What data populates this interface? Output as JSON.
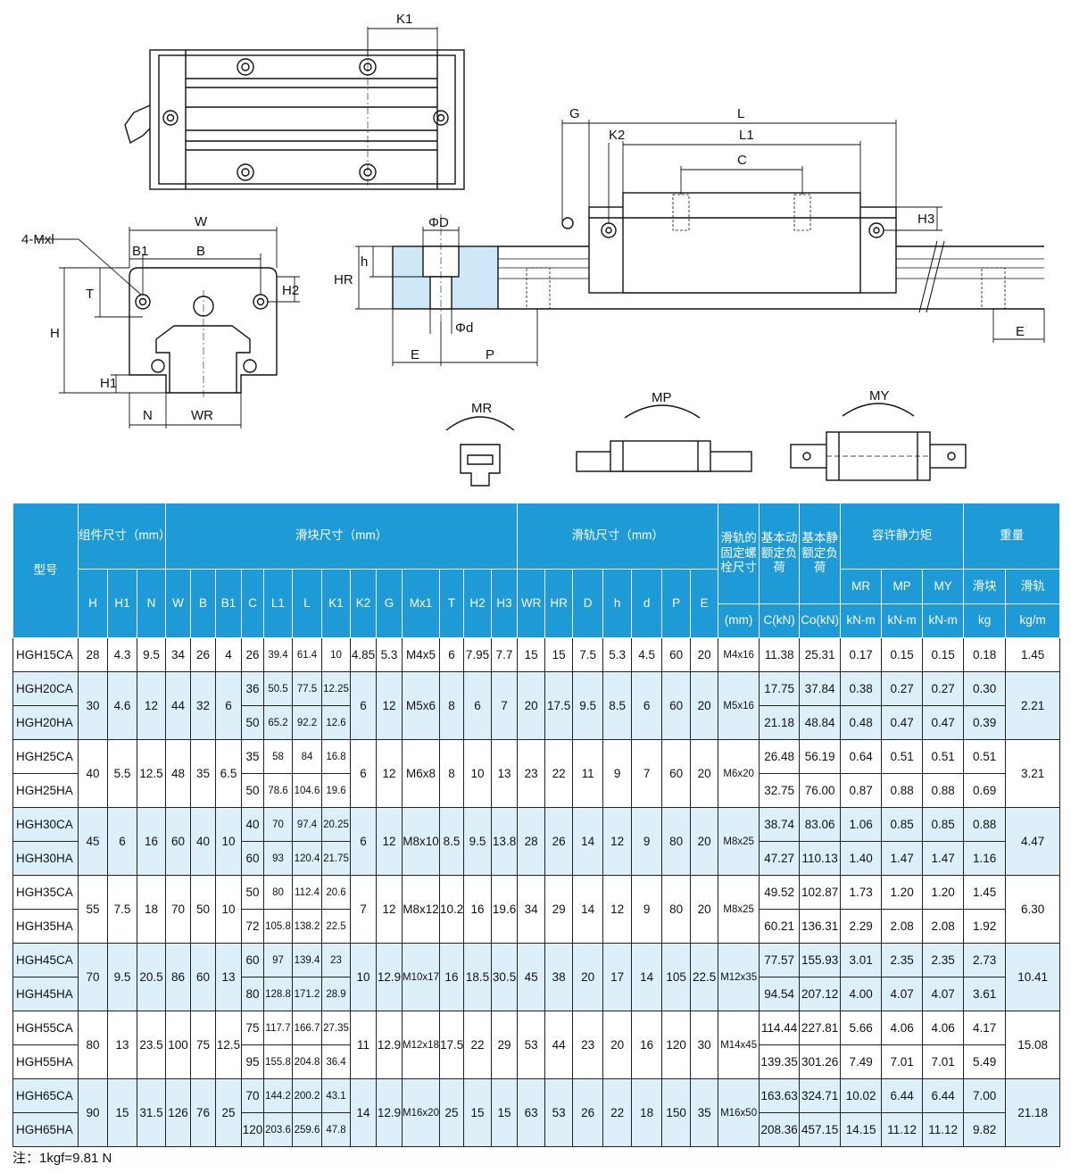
{
  "diagram_labels": {
    "top_view": [
      "K1"
    ],
    "end_view": [
      "W",
      "4-Mxl",
      "B1",
      "B",
      "T",
      "H2",
      "H",
      "H1",
      "N",
      "WR"
    ],
    "rail_section": [
      "ΦD",
      "h",
      "HR",
      "Φd",
      "E",
      "P"
    ],
    "side_view": [
      "G",
      "L",
      "K2",
      "L1",
      "C",
      "H3",
      "E"
    ],
    "moments": [
      "MR",
      "MP",
      "MY"
    ]
  },
  "table": {
    "group_headers": {
      "model": "型号",
      "assembly": "组件尺寸（mm）",
      "block": "滑块尺寸（mm）",
      "rail": "滑轨尺寸（mm）",
      "bolt": "滑轨的固定螺栓尺寸",
      "dynamic_load": "基本动额定负荷",
      "static_load": "基本静额定负荷",
      "static_moment": "容许静力矩",
      "weight": "重量"
    },
    "sub_headers": {
      "mr": "MR",
      "mp": "MP",
      "my": "MY",
      "block_weight": "滑块",
      "rail_weight": "滑轨"
    },
    "columns": [
      "H",
      "H1",
      "N",
      "W",
      "B",
      "B1",
      "C",
      "L1",
      "L",
      "K1",
      "K2",
      "G",
      "Mx1",
      "T",
      "H2",
      "H3",
      "WR",
      "HR",
      "D",
      "h",
      "d",
      "P",
      "E",
      "(mm)",
      "C(kN)",
      "Co(kN)"
    ],
    "units": {
      "mr": "kN-m",
      "mp": "kN-m",
      "my": "kN-m",
      "block_weight": "kg",
      "rail_weight": "kg/m"
    },
    "groups": [
      {
        "shared": {
          "H": "28",
          "H1": "4.3",
          "N": "9.5",
          "W": "34",
          "B": "26",
          "B1": "4",
          "K2": "4.85",
          "G": "5.3",
          "Mx1": "M4x5",
          "T": "6",
          "H2": "7.95",
          "H3": "7.7",
          "WR": "15",
          "HR": "15",
          "D": "7.5",
          "h": "5.3",
          "d": "4.5",
          "P": "60",
          "E": "20",
          "bolt": "M4x16",
          "rail_kg": "1.45"
        },
        "rows": [
          {
            "model": "HGH15CA",
            "C": "26",
            "L1": "39.4",
            "L": "61.4",
            "K1": "10",
            "dyn": "11.38",
            "sta": "25.31",
            "mr": "0.17",
            "mp": "0.15",
            "my": "0.15",
            "block_kg": "0.18"
          }
        ]
      },
      {
        "shared": {
          "H": "30",
          "H1": "4.6",
          "N": "12",
          "W": "44",
          "B": "32",
          "B1": "6",
          "K2": "6",
          "G": "12",
          "Mx1": "M5x6",
          "T": "8",
          "H2": "6",
          "H3": "7",
          "WR": "20",
          "HR": "17.5",
          "D": "9.5",
          "h": "8.5",
          "d": "6",
          "P": "60",
          "E": "20",
          "bolt": "M5x16",
          "rail_kg": "2.21"
        },
        "rows": [
          {
            "model": "HGH20CA",
            "C": "36",
            "L1": "50.5",
            "L": "77.5",
            "K1": "12.25",
            "dyn": "17.75",
            "sta": "37.84",
            "mr": "0.38",
            "mp": "0.27",
            "my": "0.27",
            "block_kg": "0.30"
          },
          {
            "model": "HGH20HA",
            "C": "50",
            "L1": "65.2",
            "L": "92.2",
            "K1": "12.6",
            "dyn": "21.18",
            "sta": "48.84",
            "mr": "0.48",
            "mp": "0.47",
            "my": "0.47",
            "block_kg": "0.39"
          }
        ]
      },
      {
        "shared": {
          "H": "40",
          "H1": "5.5",
          "N": "12.5",
          "W": "48",
          "B": "35",
          "B1": "6.5",
          "K2": "6",
          "G": "12",
          "Mx1": "M6x8",
          "T": "8",
          "H2": "10",
          "H3": "13",
          "WR": "23",
          "HR": "22",
          "D": "11",
          "h": "9",
          "d": "7",
          "P": "60",
          "E": "20",
          "bolt": "M6x20",
          "rail_kg": "3.21"
        },
        "rows": [
          {
            "model": "HGH25CA",
            "C": "35",
            "L1": "58",
            "L": "84",
            "K1": "16.8",
            "dyn": "26.48",
            "sta": "56.19",
            "mr": "0.64",
            "mp": "0.51",
            "my": "0.51",
            "block_kg": "0.51"
          },
          {
            "model": "HGH25HA",
            "C": "50",
            "L1": "78.6",
            "L": "104.6",
            "K1": "19.6",
            "dyn": "32.75",
            "sta": "76.00",
            "mr": "0.87",
            "mp": "0.88",
            "my": "0.88",
            "block_kg": "0.69"
          }
        ]
      },
      {
        "shared": {
          "H": "45",
          "H1": "6",
          "N": "16",
          "W": "60",
          "B": "40",
          "B1": "10",
          "K2": "6",
          "G": "12",
          "Mx1": "M8x10",
          "T": "8.5",
          "H2": "9.5",
          "H3": "13.8",
          "WR": "28",
          "HR": "26",
          "D": "14",
          "h": "12",
          "d": "9",
          "P": "80",
          "E": "20",
          "bolt": "M8x25",
          "rail_kg": "4.47"
        },
        "rows": [
          {
            "model": "HGH30CA",
            "C": "40",
            "L1": "70",
            "L": "97.4",
            "K1": "20.25",
            "dyn": "38.74",
            "sta": "83.06",
            "mr": "1.06",
            "mp": "0.85",
            "my": "0.85",
            "block_kg": "0.88"
          },
          {
            "model": "HGH30HA",
            "C": "60",
            "L1": "93",
            "L": "120.4",
            "K1": "21.75",
            "dyn": "47.27",
            "sta": "110.13",
            "mr": "1.40",
            "mp": "1.47",
            "my": "1.47",
            "block_kg": "1.16"
          }
        ]
      },
      {
        "shared": {
          "H": "55",
          "H1": "7.5",
          "N": "18",
          "W": "70",
          "B": "50",
          "B1": "10",
          "K2": "7",
          "G": "12",
          "Mx1": "M8x12",
          "T": "10.2",
          "H2": "16",
          "H3": "19.6",
          "WR": "34",
          "HR": "29",
          "D": "14",
          "h": "12",
          "d": "9",
          "P": "80",
          "E": "20",
          "bolt": "M8x25",
          "rail_kg": "6.30"
        },
        "rows": [
          {
            "model": "HGH35CA",
            "C": "50",
            "L1": "80",
            "L": "112.4",
            "K1": "20.6",
            "dyn": "49.52",
            "sta": "102.87",
            "mr": "1.73",
            "mp": "1.20",
            "my": "1.20",
            "block_kg": "1.45"
          },
          {
            "model": "HGH35HA",
            "C": "72",
            "L1": "105.8",
            "L": "138.2",
            "K1": "22.5",
            "dyn": "60.21",
            "sta": "136.31",
            "mr": "2.29",
            "mp": "2.08",
            "my": "2.08",
            "block_kg": "1.92"
          }
        ]
      },
      {
        "shared": {
          "H": "70",
          "H1": "9.5",
          "N": "20.5",
          "W": "86",
          "B": "60",
          "B1": "13",
          "K2": "10",
          "G": "12.9",
          "Mx1": "M10x17",
          "T": "16",
          "H2": "18.5",
          "H3": "30.5",
          "WR": "45",
          "HR": "38",
          "D": "20",
          "h": "17",
          "d": "14",
          "P": "105",
          "E": "22.5",
          "bolt": "M12x35",
          "rail_kg": "10.41"
        },
        "rows": [
          {
            "model": "HGH45CA",
            "C": "60",
            "L1": "97",
            "L": "139.4",
            "K1": "23",
            "dyn": "77.57",
            "sta": "155.93",
            "mr": "3.01",
            "mp": "2.35",
            "my": "2.35",
            "block_kg": "2.73"
          },
          {
            "model": "HGH45HA",
            "C": "80",
            "L1": "128.8",
            "L": "171.2",
            "K1": "28.9",
            "dyn": "94.54",
            "sta": "207.12",
            "mr": "4.00",
            "mp": "4.07",
            "my": "4.07",
            "block_kg": "3.61"
          }
        ]
      },
      {
        "shared": {
          "H": "80",
          "H1": "13",
          "N": "23.5",
          "W": "100",
          "B": "75",
          "B1": "12.5",
          "K2": "11",
          "G": "12.9",
          "Mx1": "M12x18",
          "T": "17.5",
          "H2": "22",
          "H3": "29",
          "WR": "53",
          "HR": "44",
          "D": "23",
          "h": "20",
          "d": "16",
          "P": "120",
          "E": "30",
          "bolt": "M14x45",
          "rail_kg": "15.08"
        },
        "rows": [
          {
            "model": "HGH55CA",
            "C": "75",
            "L1": "117.7",
            "L": "166.7",
            "K1": "27.35",
            "dyn": "114.44",
            "sta": "227.81",
            "mr": "5.66",
            "mp": "4.06",
            "my": "4.06",
            "block_kg": "4.17"
          },
          {
            "model": "HGH55HA",
            "C": "95",
            "L1": "155.8",
            "L": "204.8",
            "K1": "36.4",
            "dyn": "139.35",
            "sta": "301.26",
            "mr": "7.49",
            "mp": "7.01",
            "my": "7.01",
            "block_kg": "5.49"
          }
        ]
      },
      {
        "shared": {
          "H": "90",
          "H1": "15",
          "N": "31.5",
          "W": "126",
          "B": "76",
          "B1": "25",
          "K2": "14",
          "G": "12.9",
          "Mx1": "M16x20",
          "T": "25",
          "H2": "15",
          "H3": "15",
          "WR": "63",
          "HR": "53",
          "D": "26",
          "h": "22",
          "d": "18",
          "P": "150",
          "E": "35",
          "bolt": "M16x50",
          "rail_kg": "21.18"
        },
        "rows": [
          {
            "model": "HGH65CA",
            "C": "70",
            "L1": "144.2",
            "L": "200.2",
            "K1": "43.1",
            "dyn": "163.63",
            "sta": "324.71",
            "mr": "10.02",
            "mp": "6.44",
            "my": "6.44",
            "block_kg": "7.00"
          },
          {
            "model": "HGH65HA",
            "C": "120",
            "L1": "203.6",
            "L": "259.6",
            "K1": "47.8",
            "dyn": "208.36",
            "sta": "457.15",
            "mr": "14.15",
            "mp": "11.12",
            "my": "11.12",
            "block_kg": "9.82"
          }
        ]
      }
    ]
  },
  "note": "注：1kgf=9.81 N",
  "colors": {
    "header_bg": "#1e9bd7",
    "header_text": "#ffffff",
    "row_alt": "#ddf0fa",
    "rail_fill": "#cfe8f7"
  }
}
